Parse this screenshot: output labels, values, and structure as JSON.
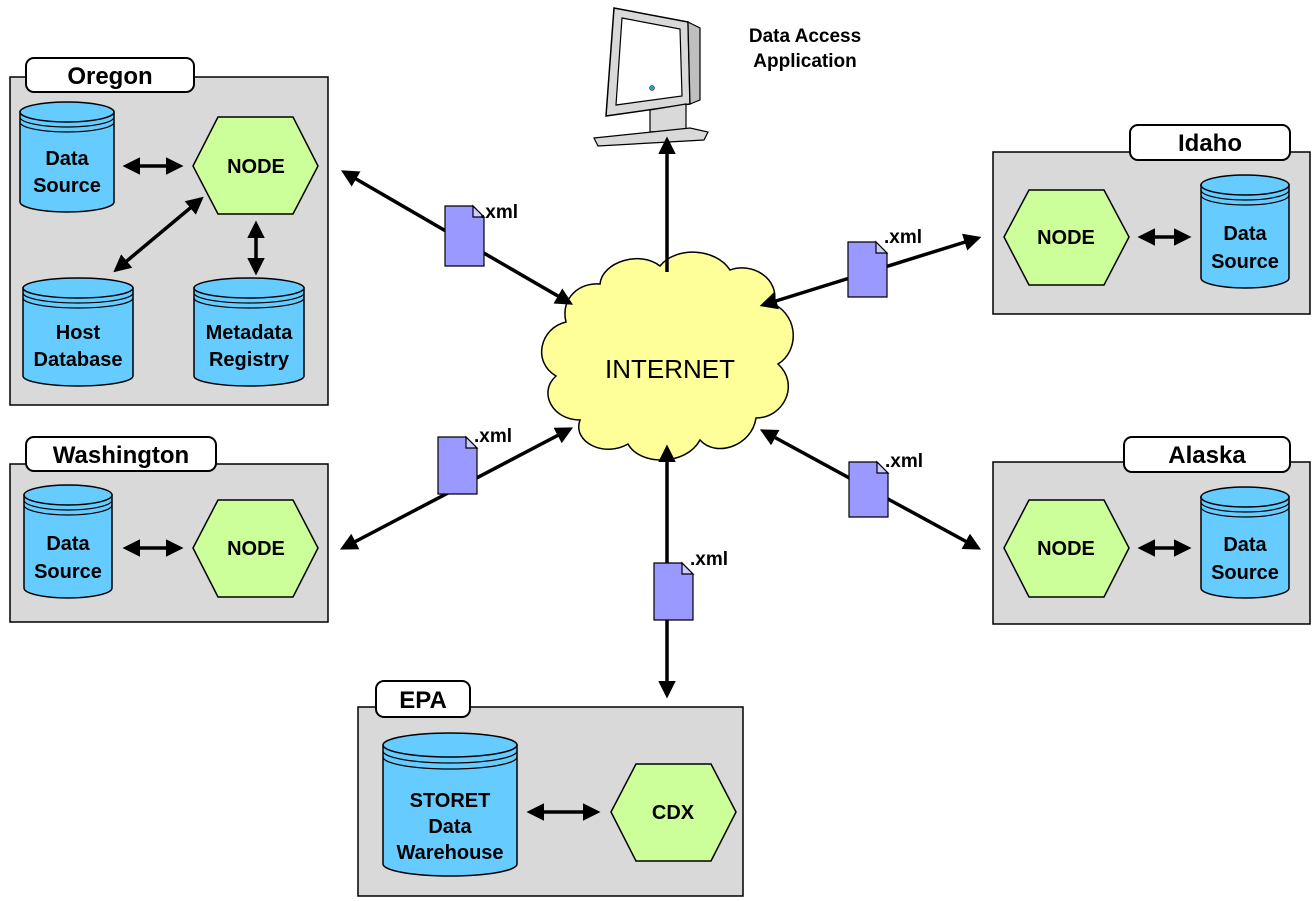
{
  "internet": {
    "label": "INTERNET"
  },
  "data_access_app": {
    "line1": "Data Access",
    "line2": "Application"
  },
  "xml_label": ".xml",
  "colors": {
    "panel": "#d9d9d9",
    "database": "#66ccff",
    "node": "#ccff99",
    "document": "#9999ff",
    "cloud": "#ffff99"
  },
  "groups": {
    "oregon": {
      "title": "Oregon",
      "data_source": [
        "Data",
        "Source"
      ],
      "node": "NODE",
      "host_db": [
        "Host",
        "Database"
      ],
      "metadata": [
        "Metadata",
        "Registry"
      ]
    },
    "washington": {
      "title": "Washington",
      "data_source": [
        "Data",
        "Source"
      ],
      "node": "NODE"
    },
    "idaho": {
      "title": "Idaho",
      "data_source": [
        "Data",
        "Source"
      ],
      "node": "NODE"
    },
    "alaska": {
      "title": "Alaska",
      "data_source": [
        "Data",
        "Source"
      ],
      "node": "NODE"
    },
    "epa": {
      "title": "EPA",
      "warehouse": [
        "STORET",
        "Data",
        "Warehouse"
      ],
      "node": "CDX"
    }
  }
}
